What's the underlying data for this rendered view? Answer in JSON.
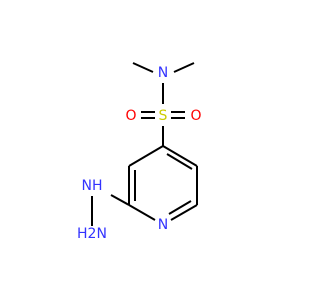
{
  "molecule": {
    "atoms": {
      "n_amide": "N",
      "s_sulfonyl": "S",
      "o_left": "O",
      "o_right": "O",
      "n_pyridine": "N",
      "nh_hydrazine": "NH",
      "h2n_hydrazine": "H2N"
    },
    "colors": {
      "nitrogen": "#3333ff",
      "oxygen": "#ff0000",
      "sulfur": "#cccc00",
      "bond": "#000000"
    }
  }
}
